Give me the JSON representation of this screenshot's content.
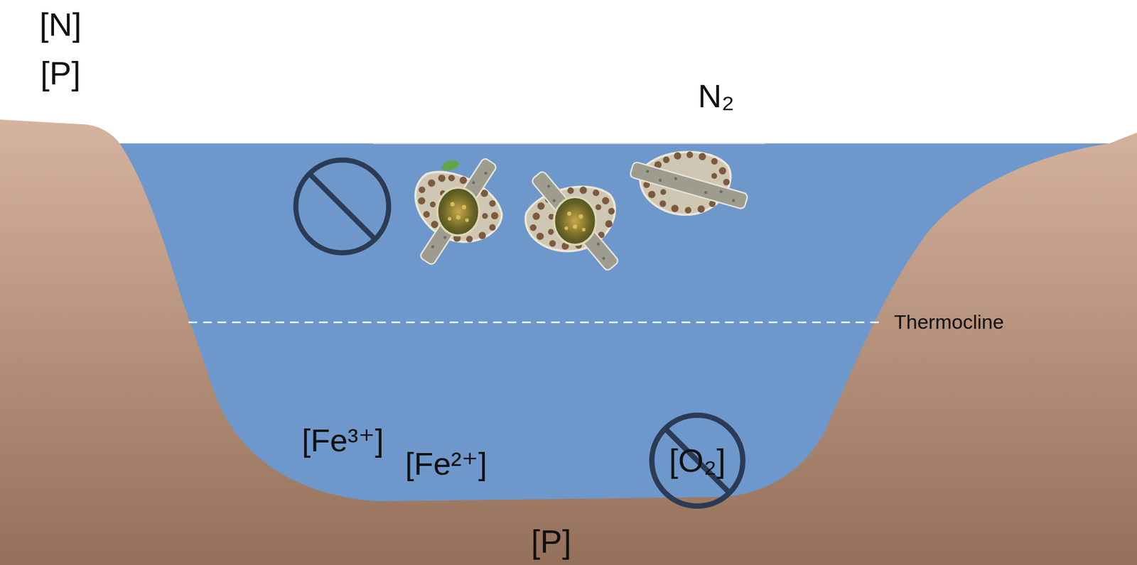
{
  "diagram": {
    "nodes": [
      {
        "text": [
          "[O₂]"
        ]
      }
    ],
    "labels": [
      "[N]",
      "[P]",
      "N₂",
      "Thermocline",
      "[Fe³⁺]",
      "[Fe²⁺]",
      "[P]"
    ]
  }
}
